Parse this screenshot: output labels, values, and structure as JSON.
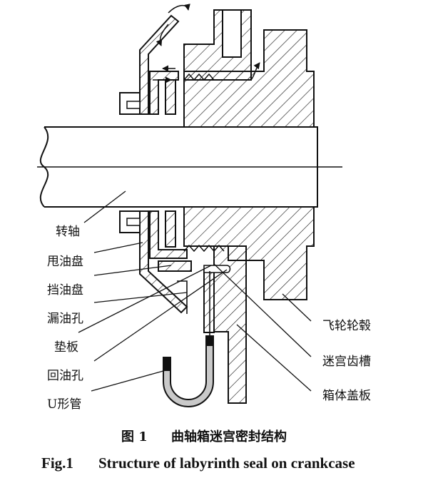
{
  "labels": {
    "shaft": "转轴",
    "oil_slinger": "甩油盘",
    "oil_baffle": "挡油盘",
    "oil_leak_hole": "漏油孔",
    "gasket": "垫板",
    "oil_return_hole": "回油孔",
    "u_tube": "U形管",
    "flywheel_hub": "飞轮轮毂",
    "labyrinth_groove": "迷宫齿槽",
    "case_cover": "箱体盖板"
  },
  "caption": {
    "cn_number": "图 1",
    "cn_title": "曲轴箱迷宫密封结构",
    "en_number": "Fig.1",
    "en_title": "Structure of labyrinth seal on crankcase"
  },
  "colors": {
    "line": "#111111",
    "background": "#ffffff",
    "u_tube_fill": "#c9c9c9"
  }
}
